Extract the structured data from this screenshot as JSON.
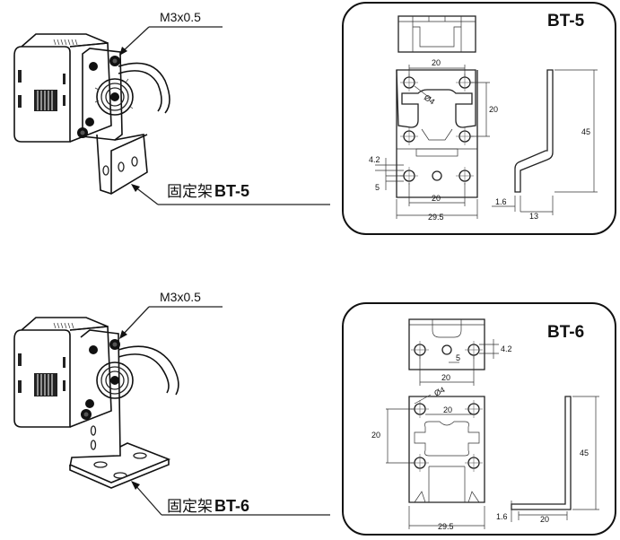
{
  "top": {
    "screw_callout": "M3x0.5",
    "caption_prefix": "固定架",
    "caption_model": "BT-5",
    "drawing_title": "BT-5",
    "dims": {
      "top_width": "20",
      "hole_dia": "Ø4",
      "hole_vspacing": "20",
      "height": "45",
      "dim_42": "4.2",
      "dim_5": "5",
      "bottom_spacing": "20",
      "overall_width": "29.5",
      "thickness": "1.6",
      "foot": "13"
    }
  },
  "bottom": {
    "screw_callout": "M3x0.5",
    "caption_prefix": "固定架",
    "caption_model": "BT-6",
    "drawing_title": "BT-6",
    "dims": {
      "top_42": "4.2",
      "top_5": "5",
      "top_spacing": "20",
      "hole_dia": "Ø4",
      "hole_hspacing": "20",
      "hole_vspacing": "20",
      "height": "45",
      "overall_width": "29.5",
      "thickness": "1.6",
      "foot": "20"
    }
  }
}
